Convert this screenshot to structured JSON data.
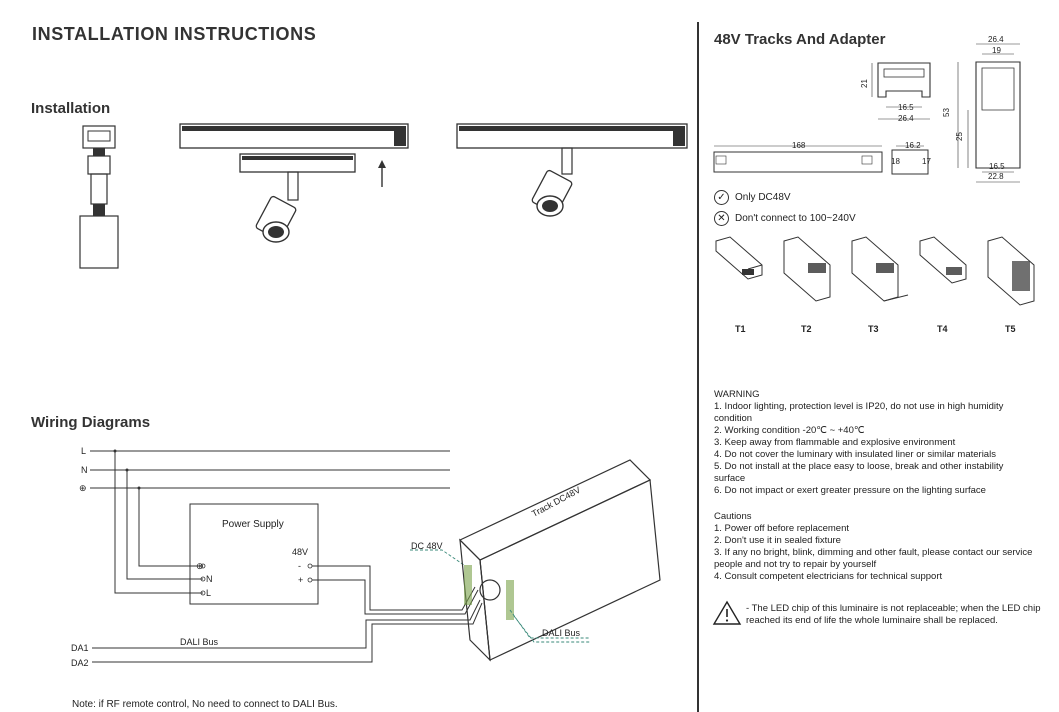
{
  "header": {
    "title": "INSTALLATION INSTRUCTIONS"
  },
  "installation": {
    "heading": "Installation"
  },
  "wiring": {
    "heading": "Wiring Diagrams",
    "lines": {
      "l": "L",
      "n": "N",
      "earth": "⊕"
    },
    "power_supply": {
      "title": "Power Supply",
      "in_earth": "⊕",
      "in_n": "N",
      "in_l": "L",
      "out_voltage": "48V",
      "out_minus": "-",
      "out_plus": "+"
    },
    "dc_label": "DC 48V",
    "track_label": "Track DC48V",
    "dali_bus_label": "DALI Bus",
    "dali_bus_label_right": "DALI Bus",
    "da1": "DA1",
    "da2": "DA2",
    "note": "Note: if RF remote control, No need to connect to DALI Bus."
  },
  "tracks": {
    "heading": "48V Tracks And Adapter",
    "dims": {
      "d264_top": "26.4",
      "d19": "19",
      "d21": "21",
      "d165_a": "16.5",
      "d264_b": "26.4",
      "d53": "53",
      "d25": "25",
      "d165_b": "16.5",
      "d228": "22.8",
      "d168": "168",
      "d162": "16.2",
      "d18": "18",
      "d17": "17"
    },
    "only_dc": "Only DC48V",
    "dont_connect": "Don't connect to 100~240V",
    "types": [
      "T1",
      "T2",
      "T3",
      "T4",
      "T5"
    ]
  },
  "warning": {
    "title": "WARNING",
    "items": [
      "1. Indoor lighting, protection level is IP20, do not use in high humidity condition",
      "2. Working condition -20℃ ~ +40℃",
      "3. Keep away from flammable and explosive environment",
      "4. Do not cover the luminary with insulated liner or similar materials",
      "5. Do not install at the place easy to loose, break and other instability surface",
      "6. Do not impact or exert greater pressure on the lighting surface"
    ]
  },
  "cautions": {
    "title": "Cautions",
    "items": [
      "1. Power off before replacement",
      "2. Don't use it in sealed fixture",
      "3. If any no bright, blink, dimming and other fault, please contact our service people and not try to repair by yourself",
      "4. Consult competent electricians for technical support"
    ]
  },
  "led_note": "- The LED chip of this luminaire is not replaceable; when the LED chip reached its end of life the whole luminaire shall be replaced."
}
